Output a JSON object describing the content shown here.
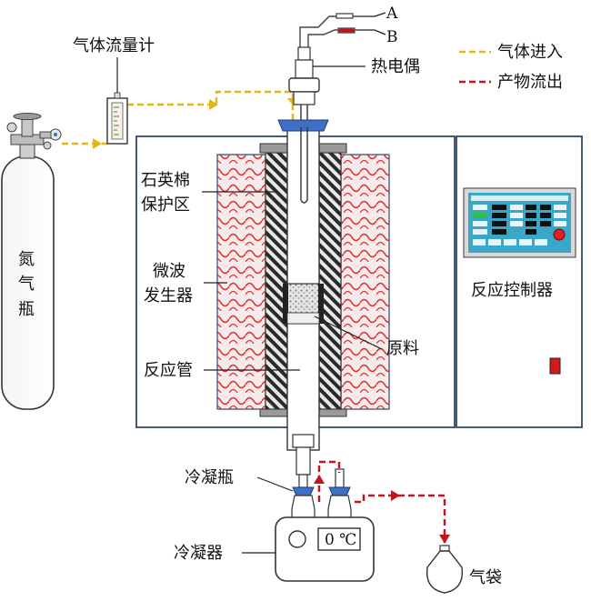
{
  "labels": {
    "flowmeter": "气体流量计",
    "nitrogen_cylinder": [
      "氮",
      "气",
      "瓶"
    ],
    "thermocouple": "热电偶",
    "wire_a": "A",
    "wire_b": "B",
    "quartz_wool": [
      "石英棉",
      "保护区"
    ],
    "microwave_gen": [
      "微波",
      "发生器"
    ],
    "raw_material": "原料",
    "reaction_tube": "反应管",
    "controller": "反应控制器",
    "condenser_bottle": "冷凝瓶",
    "condenser": "冷凝器",
    "condenser_display": "0 ℃",
    "gas_bag": "气袋"
  },
  "legend": {
    "gas_in": "气体进入",
    "product_out": "产物流出"
  },
  "colors": {
    "gas_line": "#e3b61a",
    "product_line": "#c0161b",
    "frame": "#2f4a68",
    "tube_cap": "#3f6fc4",
    "insulation_pattern": "#d93030",
    "screen_bg": "#3aa6c8",
    "indicator_red": "#d21a1a"
  },
  "icons": [
    "gas-cylinder-valve-icon",
    "flowmeter-icon",
    "gas-bag-icon"
  ]
}
